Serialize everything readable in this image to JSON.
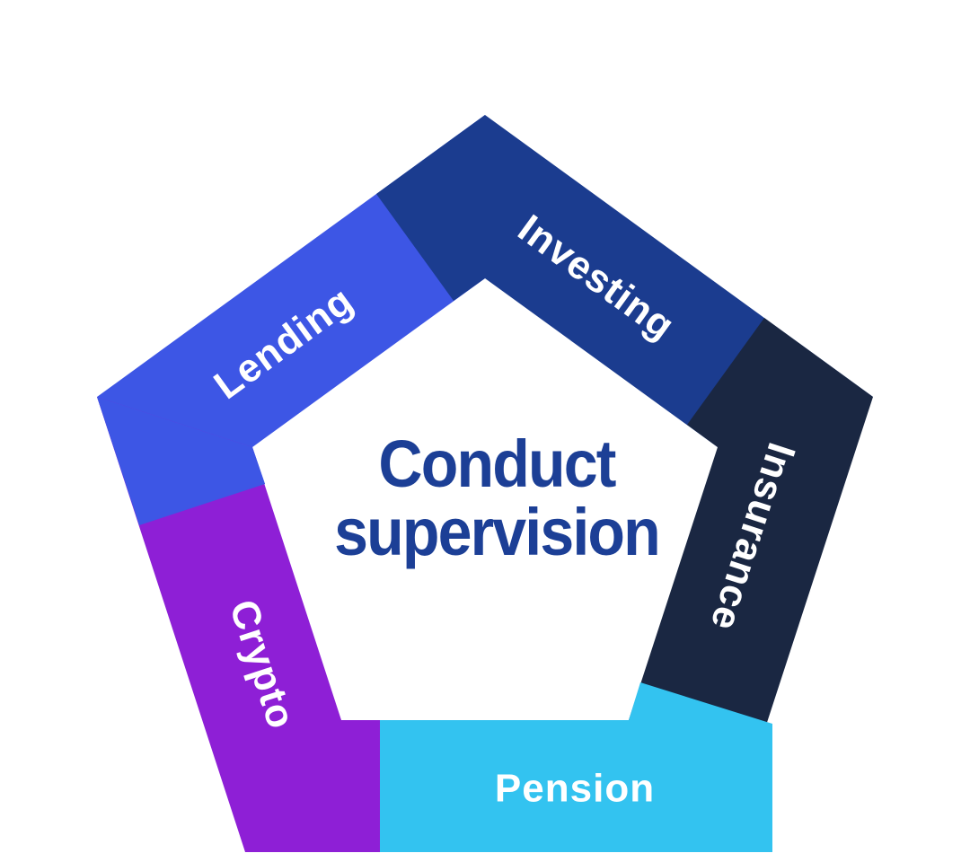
{
  "diagram": {
    "type": "pentagon-cycle",
    "background": "#ffffff",
    "label_color": "#ffffff",
    "center_title": {
      "line1": "Conduct",
      "line2": "supervision",
      "color": "#1c3f96"
    },
    "segments": {
      "investing": {
        "label": "Investing",
        "color": "#1b3c8f"
      },
      "insurance": {
        "label": "Insurance",
        "color": "#1a2742"
      },
      "pension": {
        "label": "Pension",
        "color": "#33c3f0"
      },
      "crypto": {
        "label": "Crypto",
        "color": "#8e1fd6"
      },
      "lending": {
        "label": "Lending",
        "color": "#3d56e5"
      }
    }
  }
}
